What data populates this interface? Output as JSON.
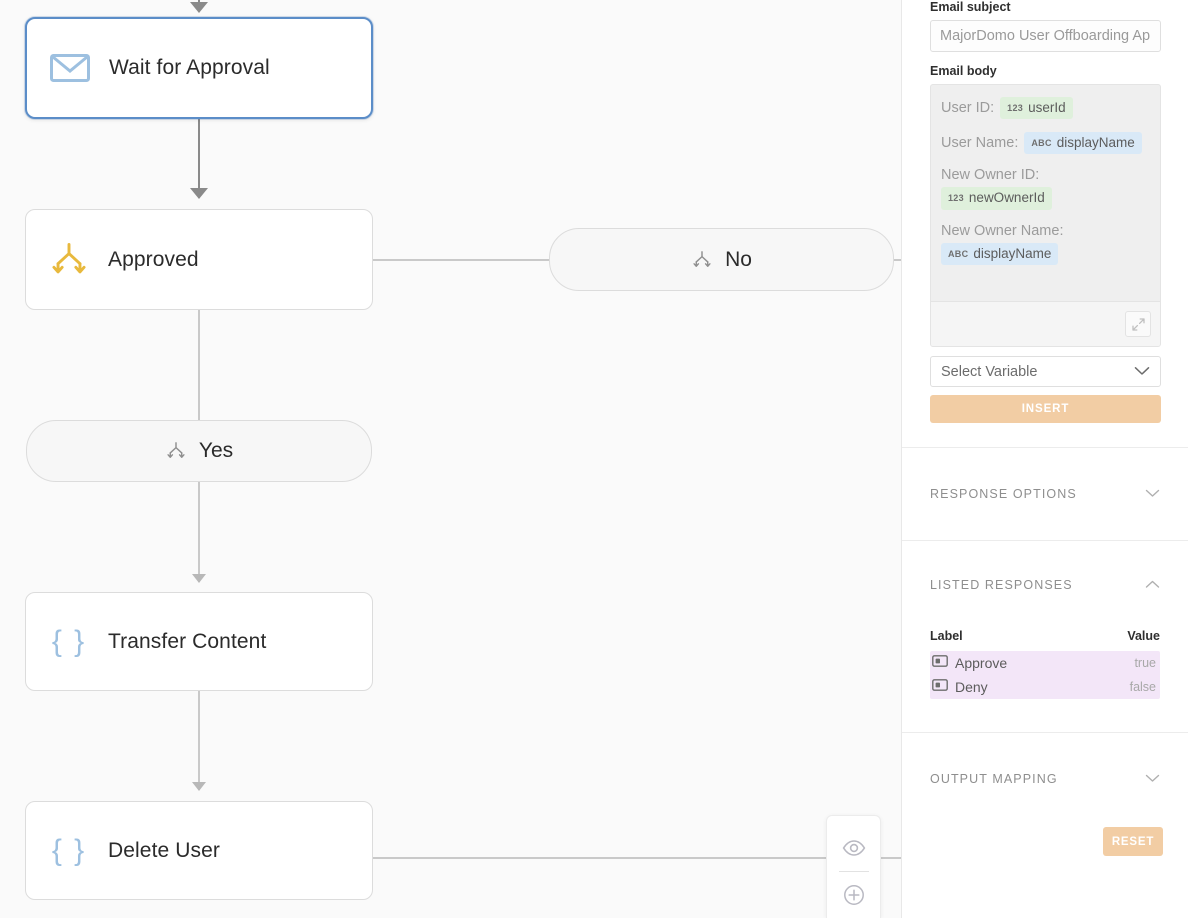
{
  "canvas": {
    "nodes": [
      {
        "id": "wait-for-approval",
        "label": "Wait for Approval",
        "icon": "envelope-icon",
        "selected": true
      },
      {
        "id": "approved",
        "label": "Approved",
        "icon": "branch-fork-icon",
        "selected": false
      },
      {
        "id": "transfer-content",
        "label": "Transfer Content",
        "icon": "curly-braces-icon",
        "selected": false
      },
      {
        "id": "delete-user",
        "label": "Delete User",
        "icon": "curly-braces-icon",
        "selected": false
      }
    ],
    "branches": [
      {
        "id": "branch-no",
        "label": "No",
        "icon": "branch-fork-icon"
      },
      {
        "id": "branch-yes",
        "label": "Yes",
        "icon": "branch-fork-icon"
      }
    ],
    "toolbar": [
      {
        "id": "preview",
        "icon": "eye-icon"
      },
      {
        "id": "zoom-in",
        "icon": "plus-circle-icon"
      }
    ],
    "colors": {
      "canvas_bg": "#fafafa",
      "node_border": "#dcdcdc",
      "selected_border": "#5b8dc8",
      "edge": "#c9c9c9",
      "edge_strong": "#8a8a8a",
      "branch_icon": "#e8b93d",
      "braces_icon": "#9dc0e0",
      "envelope_icon": "#9dc0e0"
    }
  },
  "sidebar": {
    "email_subject": {
      "label": "Email subject",
      "value": "MajorDomo User Offboarding Ap",
      "placeholder": "MajorDomo User Offboarding Ap"
    },
    "email_body": {
      "label": "Email body",
      "lines": [
        {
          "text": "User ID:",
          "token": {
            "type": "number",
            "tag": "123",
            "name": "userId"
          },
          "wrap": false
        },
        {
          "text": "User Name:",
          "token": {
            "type": "string",
            "tag": "ABC",
            "name": "displayName"
          },
          "wrap": false
        },
        {
          "text": "New Owner ID:",
          "token": {
            "type": "number",
            "tag": "123",
            "name": "newOwnerId"
          },
          "wrap": true
        },
        {
          "text": "New Owner Name:",
          "token": {
            "type": "string",
            "tag": "ABC",
            "name": "displayName"
          },
          "wrap": true
        }
      ],
      "expand_icon": "expand-icon"
    },
    "variable_select": {
      "value": "Select Variable",
      "chevron": "chevron-down-icon"
    },
    "insert_button": {
      "label": "INSERT",
      "color": "#f2cda4"
    },
    "sections": [
      {
        "id": "response-options",
        "title": "RESPONSE OPTIONS",
        "expanded": false,
        "chevron": "chevron-down-icon"
      },
      {
        "id": "listed-responses",
        "title": "LISTED RESPONSES",
        "expanded": true,
        "chevron": "chevron-up-icon"
      },
      {
        "id": "output-mapping",
        "title": "OUTPUT MAPPING",
        "expanded": false,
        "chevron": "chevron-down-icon"
      }
    ],
    "listed_responses": {
      "columns": {
        "label": "Label",
        "value": "Value"
      },
      "rows": [
        {
          "icon": "button-icon",
          "label": "Approve",
          "value": "true"
        },
        {
          "icon": "button-icon",
          "label": "Deny",
          "value": "false"
        }
      ],
      "row_highlight": "#f3e6f8"
    },
    "reset_button": {
      "label": "RESET",
      "color": "#f2cda4"
    }
  }
}
